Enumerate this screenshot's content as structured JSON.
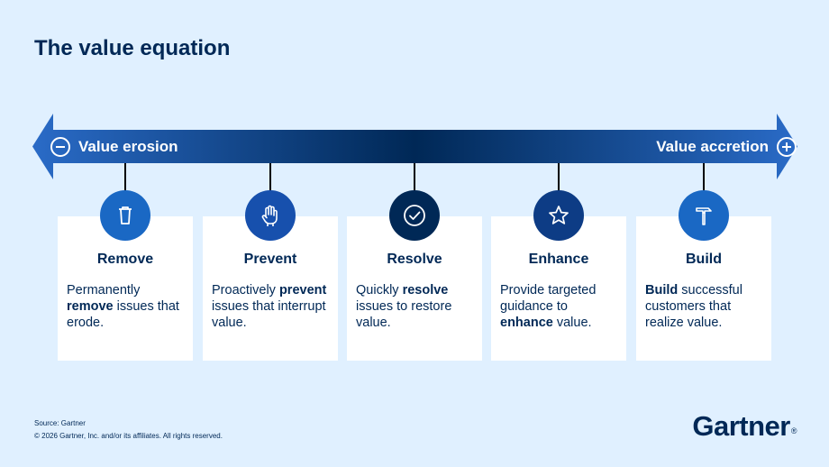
{
  "title": "The value equation",
  "axis": {
    "left_label": "Value erosion",
    "right_label": "Value accretion",
    "left_icon": "minus-circle-icon",
    "right_icon": "plus-circle-icon",
    "gradient": [
      "#2a6bc7",
      "#002856",
      "#2a6bc7"
    ]
  },
  "steps": [
    {
      "title": "Remove",
      "icon": "trash-icon",
      "color": "#1a68c4",
      "desc": [
        {
          "text": "Permanently "
        },
        {
          "text": "remove",
          "bold": true
        },
        {
          "text": " issues that erode."
        }
      ]
    },
    {
      "title": "Prevent",
      "icon": "hand-stop-icon",
      "color": "#1750ad",
      "desc": [
        {
          "text": "Proactively "
        },
        {
          "text": "prevent",
          "bold": true
        },
        {
          "text": " issues that interrupt value."
        }
      ]
    },
    {
      "title": "Resolve",
      "icon": "check-circle-icon",
      "color": "#002856",
      "desc": [
        {
          "text": "Quickly "
        },
        {
          "text": "resolve",
          "bold": true
        },
        {
          "text": " issues to restore value."
        }
      ]
    },
    {
      "title": "Enhance",
      "icon": "star-icon",
      "color": "#0d3c85",
      "desc": [
        {
          "text": "Provide targeted guidance to "
        },
        {
          "text": "enhance",
          "bold": true
        },
        {
          "text": " value."
        }
      ]
    },
    {
      "title": "Build",
      "icon": "hammer-icon",
      "color": "#1a68c4",
      "desc": [
        {
          "text": "Build",
          "bold": true
        },
        {
          "text": " successful customers that realize value."
        }
      ]
    }
  ],
  "footer": {
    "source": "Source: Gartner",
    "copyright": "© 2026 Gartner, Inc. and/or its affiliates. All rights reserved."
  },
  "logo": {
    "text": "Gartner",
    "mark": "®"
  }
}
